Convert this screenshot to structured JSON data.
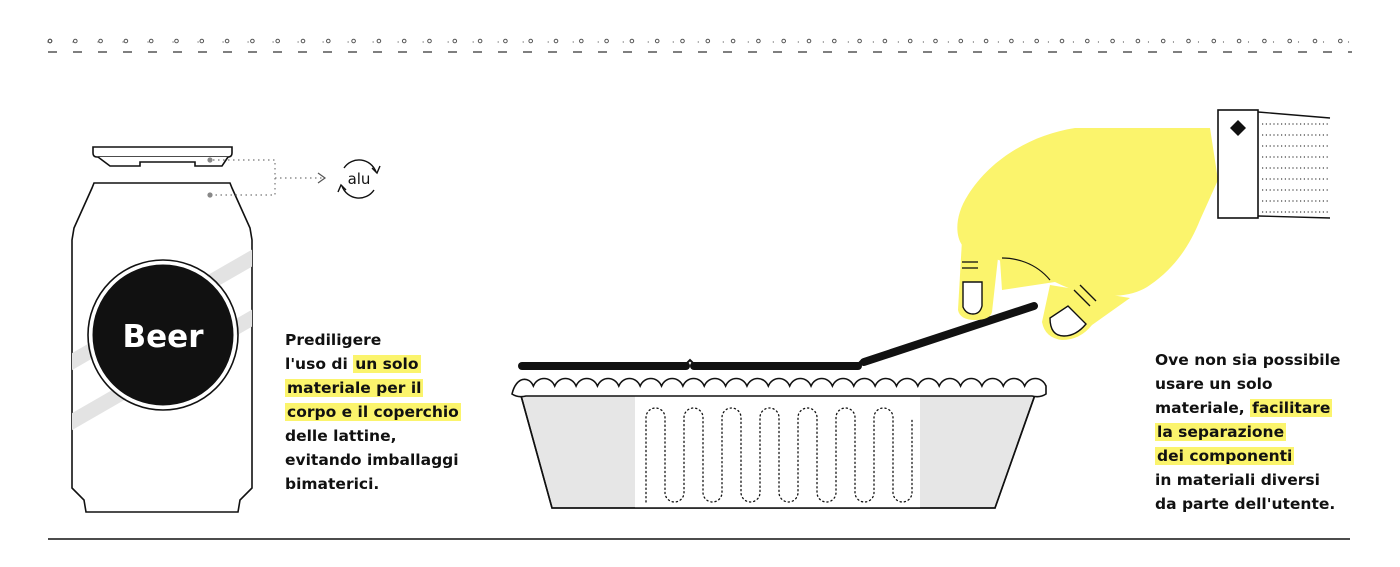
{
  "can": {
    "label": "Beer"
  },
  "recycle_badge": {
    "label": "alu"
  },
  "caption_left": {
    "line1": "Prediligere",
    "line2_plain": "l'uso di",
    "line2_highlight": "un solo",
    "line3_highlight": "materiale per il",
    "line4_highlight": "corpo e il coperchio",
    "line5": "delle lattine,",
    "line6": "evitando imballaggi",
    "line7": "bimaterici."
  },
  "caption_right": {
    "line1": "Ove non sia possibile",
    "line2": "usare un solo",
    "line3_plain": "materiale,",
    "line3_highlight": "facilitare",
    "line4_highlight": "la separazione",
    "line5_highlight": "dei componenti",
    "line6": "in materiali diversi",
    "line7": "da parte dell'utente."
  },
  "colors": {
    "highlight": "#fbf46c",
    "glove": "#fbf46c",
    "tray_fill": "#e6e6e6",
    "ink": "#111111"
  }
}
